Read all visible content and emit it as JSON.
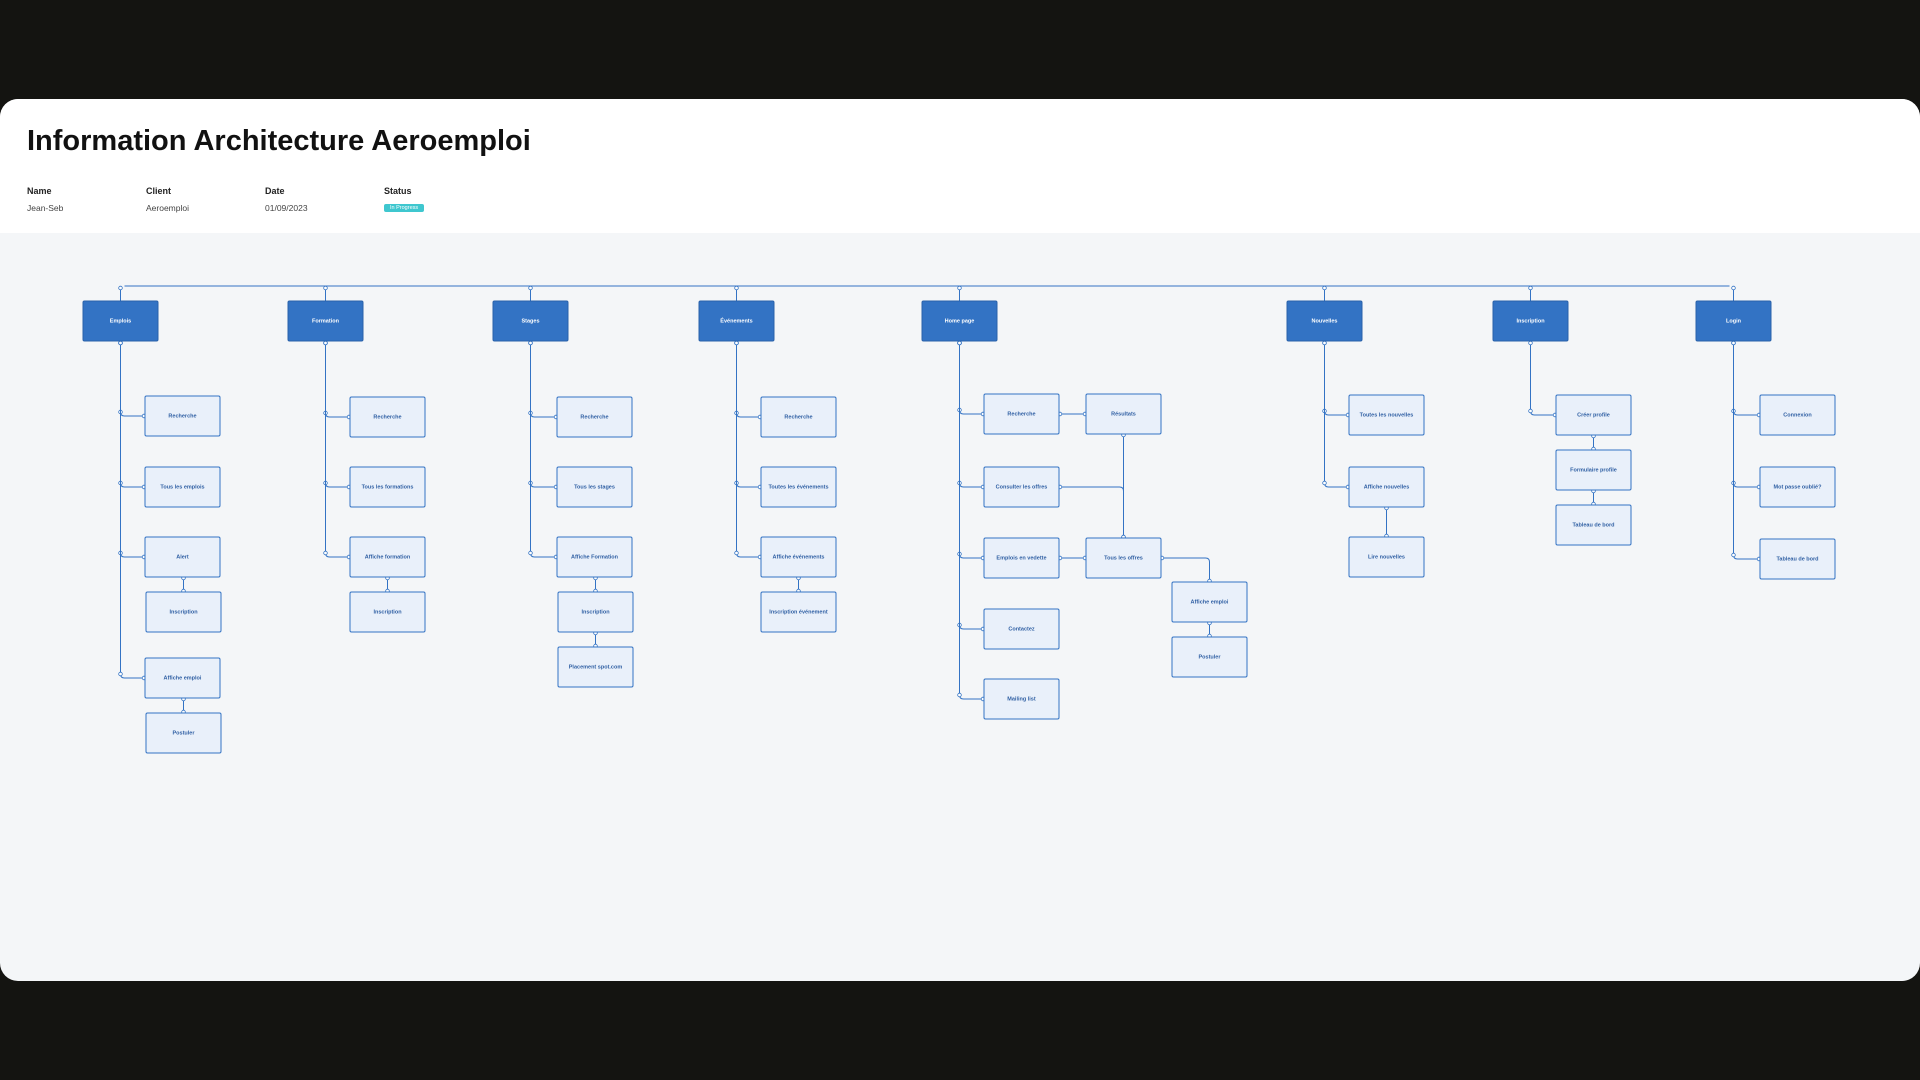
{
  "header": {
    "title": "Information Architecture Aeroemploi",
    "name_label": "Name",
    "name_value": "Jean-Seb",
    "client_label": "Client",
    "client_value": "Aeroemploi",
    "date_label": "Date",
    "date_value": "01/09/2023",
    "status_label": "Status",
    "status_value": "In Progress"
  },
  "colors": {
    "primary": "#3373c4",
    "child_fill": "#e9f0fa",
    "child_border": "#3373c4",
    "link": "#3373c4",
    "status_badge": "#3fc7cf"
  },
  "diagram": {
    "root_links_to": [
      "emplois",
      "formation",
      "stages",
      "evenements",
      "home",
      "nouvelles",
      "inscription",
      "login"
    ],
    "nodes": [
      {
        "id": "emplois",
        "label": "Emplois",
        "kind": "top"
      },
      {
        "id": "formation",
        "label": "Formation",
        "kind": "top"
      },
      {
        "id": "stages",
        "label": "Stages",
        "kind": "top"
      },
      {
        "id": "evenements",
        "label": "Événements",
        "kind": "top"
      },
      {
        "id": "home",
        "label": "Home page",
        "kind": "top"
      },
      {
        "id": "nouvelles",
        "label": "Nouvelles",
        "kind": "top"
      },
      {
        "id": "inscription",
        "label": "Inscription",
        "kind": "top"
      },
      {
        "id": "login",
        "label": "Login",
        "kind": "top"
      },
      {
        "id": "e1",
        "label": "Recherche",
        "kind": "child"
      },
      {
        "id": "e2",
        "label": "Tous les emplois",
        "kind": "child"
      },
      {
        "id": "e3",
        "label": "Alert",
        "kind": "child"
      },
      {
        "id": "e4",
        "label": "Inscription",
        "kind": "child"
      },
      {
        "id": "e5",
        "label": "Affiche emploi",
        "kind": "child"
      },
      {
        "id": "e6",
        "label": "Postuler",
        "kind": "child"
      },
      {
        "id": "f1",
        "label": "Recherche",
        "kind": "child"
      },
      {
        "id": "f2",
        "label": "Tous les formations",
        "kind": "child"
      },
      {
        "id": "f3",
        "label": "Affiche formation",
        "kind": "child"
      },
      {
        "id": "f4",
        "label": "Inscription",
        "kind": "child"
      },
      {
        "id": "s1",
        "label": "Recherche",
        "kind": "child"
      },
      {
        "id": "s2",
        "label": "Tous les stages",
        "kind": "child"
      },
      {
        "id": "s3",
        "label": "Affiche Formation",
        "kind": "child"
      },
      {
        "id": "s4",
        "label": "Inscription",
        "kind": "child"
      },
      {
        "id": "s5",
        "label": "Placement spot.com",
        "kind": "child"
      },
      {
        "id": "v1",
        "label": "Recherche",
        "kind": "child"
      },
      {
        "id": "v2",
        "label": "Toutes les événements",
        "kind": "child"
      },
      {
        "id": "v3",
        "label": "Affiche événements",
        "kind": "child"
      },
      {
        "id": "v4",
        "label": "Inscription événement",
        "kind": "child"
      },
      {
        "id": "h1",
        "label": "Recherche",
        "kind": "child"
      },
      {
        "id": "h2",
        "label": "Résultats",
        "kind": "child"
      },
      {
        "id": "h3",
        "label": "Consulter les offres",
        "kind": "child"
      },
      {
        "id": "h4",
        "label": "Emplois en vedette",
        "kind": "child"
      },
      {
        "id": "h5",
        "label": "Tous les offres",
        "kind": "child"
      },
      {
        "id": "h6",
        "label": "Affiche emploi",
        "kind": "child"
      },
      {
        "id": "h7",
        "label": "Postuler",
        "kind": "child"
      },
      {
        "id": "h8",
        "label": "Contactez",
        "kind": "child"
      },
      {
        "id": "h9",
        "label": "Mailing list",
        "kind": "child"
      },
      {
        "id": "n1",
        "label": "Toutes les nouvelles",
        "kind": "child"
      },
      {
        "id": "n2",
        "label": "Affiche nouvelles",
        "kind": "child"
      },
      {
        "id": "n3",
        "label": "Lire nouvelles",
        "kind": "child"
      },
      {
        "id": "i1",
        "label": "Créer profile",
        "kind": "child"
      },
      {
        "id": "i2",
        "label": "Formulaire profile",
        "kind": "child"
      },
      {
        "id": "i3",
        "label": "Tableau de bord",
        "kind": "child"
      },
      {
        "id": "l1",
        "label": "Connexion",
        "kind": "child"
      },
      {
        "id": "l2",
        "label": "Mot passe oublié?",
        "kind": "child"
      },
      {
        "id": "l3",
        "label": "Tableau de bord",
        "kind": "child"
      }
    ],
    "links": [
      {
        "from": "emplois",
        "to": [
          "e1",
          "e2",
          "e3",
          "e5"
        ]
      },
      {
        "from": "e3",
        "to": [
          "e4"
        ]
      },
      {
        "from": "e5",
        "to": [
          "e6"
        ]
      },
      {
        "from": "formation",
        "to": [
          "f1",
          "f2",
          "f3"
        ]
      },
      {
        "from": "f3",
        "to": [
          "f4"
        ]
      },
      {
        "from": "stages",
        "to": [
          "s1",
          "s2",
          "s3"
        ]
      },
      {
        "from": "s3",
        "to": [
          "s4"
        ]
      },
      {
        "from": "s4",
        "to": [
          "s5"
        ]
      },
      {
        "from": "evenements",
        "to": [
          "v1",
          "v2",
          "v3"
        ]
      },
      {
        "from": "v3",
        "to": [
          "v4"
        ]
      },
      {
        "from": "home",
        "to": [
          "h1",
          "h3",
          "h4",
          "h8",
          "h9"
        ]
      },
      {
        "from": "h1",
        "to": [
          "h2"
        ]
      },
      {
        "from": "h2",
        "to": [
          "h5"
        ]
      },
      {
        "from": "h3",
        "to": [
          "h5"
        ]
      },
      {
        "from": "h4",
        "to": [
          "h5"
        ]
      },
      {
        "from": "h5",
        "to": [
          "h6"
        ]
      },
      {
        "from": "h6",
        "to": [
          "h7"
        ]
      },
      {
        "from": "nouvelles",
        "to": [
          "n1",
          "n2"
        ]
      },
      {
        "from": "n2",
        "to": [
          "n3"
        ]
      },
      {
        "from": "inscription",
        "to": [
          "i1"
        ]
      },
      {
        "from": "i1",
        "to": [
          "i2"
        ]
      },
      {
        "from": "i2",
        "to": [
          "i3"
        ]
      },
      {
        "from": "login",
        "to": [
          "l1",
          "l2",
          "l3"
        ]
      }
    ]
  }
}
